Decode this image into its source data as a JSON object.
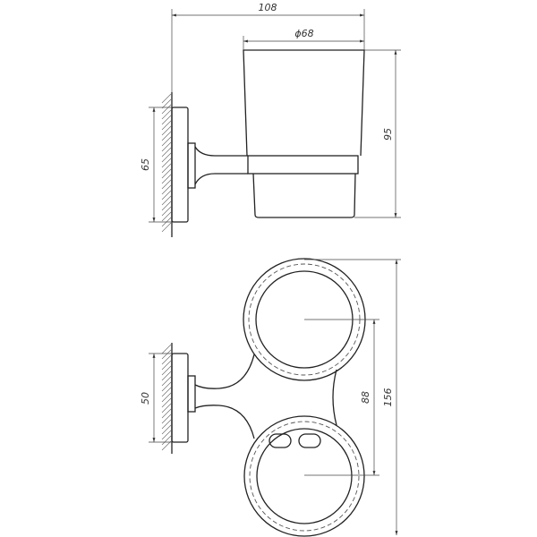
{
  "dimensions": {
    "overall_depth": "108",
    "cup_diameter": "ϕ68",
    "cup_height": "95",
    "plate_height_side": "65",
    "plate_height_top": "50",
    "cup_spacing": "88",
    "overall_width": "156"
  },
  "colors": {
    "line": "#222222",
    "background": "#ffffff"
  }
}
